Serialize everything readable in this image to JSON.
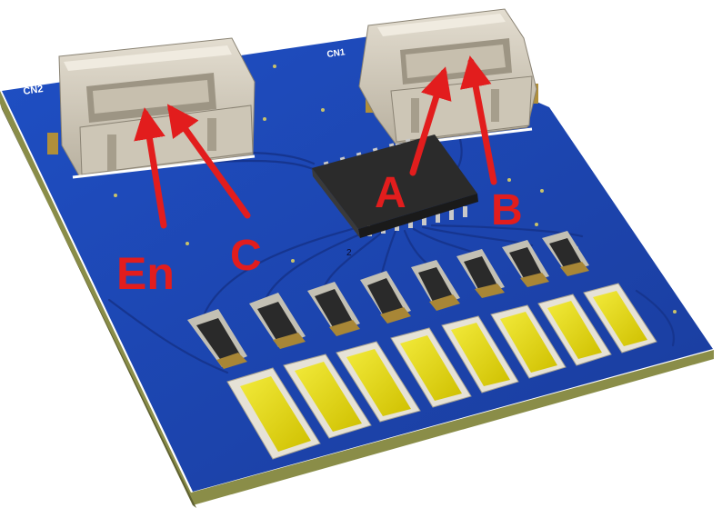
{
  "silkscreen": {
    "cn1": "CN1",
    "cn2": "CN2",
    "chip_pin1": "2"
  },
  "annotations": {
    "en": "En",
    "c": "C",
    "a": "A",
    "b": "B"
  },
  "colors": {
    "board": "#1e47b4",
    "board_edge": "#8a8d48",
    "arrow": "#e21d1d",
    "connector": "#d6cfc0",
    "led_yellow": "#e6d800",
    "resistor": "#2a2a2a"
  },
  "counts": {
    "leds": 8,
    "resistors": 8
  }
}
